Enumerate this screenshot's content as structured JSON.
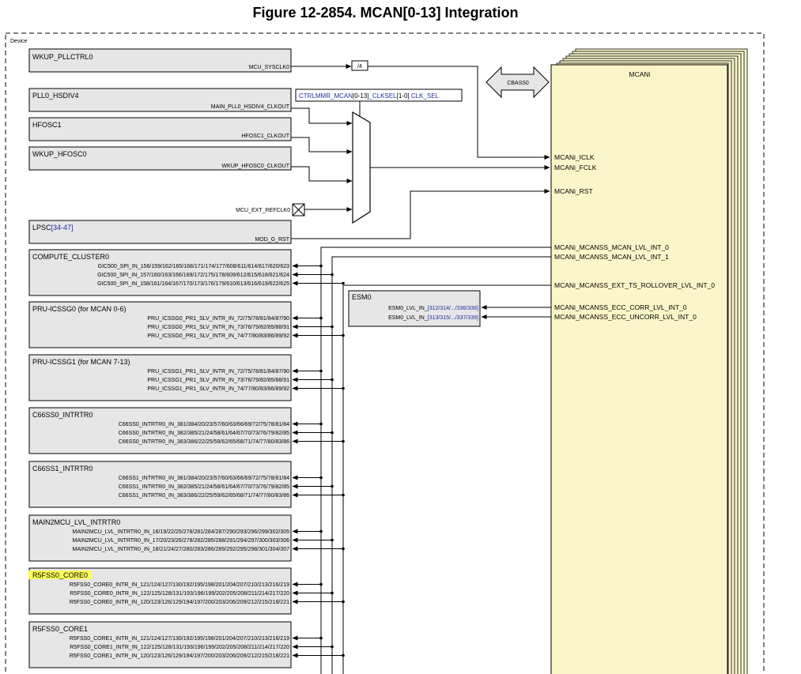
{
  "title": "Figure 12-2854. MCAN[0-13] Integration",
  "device_label": "Device",
  "mcan_label": "MCANi",
  "cbass_label": "CBASS0",
  "divider_label": "/4",
  "mux_ctrl": {
    "pre": "CTRLMMR_MCAN",
    "range": "[0-13]",
    "post": "_CLKSEL",
    "bits": "[1-0]",
    "field": " CLK_SEL"
  },
  "ext_refclk_label": "MCU_EXT_REFCLK0",
  "clock_blocks": [
    {
      "name": "WKUP_PLLCTRL0",
      "signal": "MCU_SYSCLK0"
    },
    {
      "name": "PLL0_HSDIV4",
      "signal": "MAIN_PLL0_HSDIV4_CLKOUT"
    },
    {
      "name": "HFOSC1",
      "signal": "HFOSC1_CLKOUT"
    },
    {
      "name": "WKUP_HFOSC0",
      "signal": "WKUP_HFOSC0_CLKOUT"
    }
  ],
  "lpsc": {
    "name": "LPSC",
    "range": "[34-47]",
    "signal": "MOD_G_RST"
  },
  "mcan_ports": {
    "iclk": "MCANi_ICLK",
    "fclk": "MCANi_FCLK",
    "rst": "MCANi_RST",
    "int0": "MCANi_MCANSS_MCAN_LVL_INT_0",
    "int1": "MCANi_MCANSS_MCAN_LVL_INT_1",
    "ts": "MCANi_MCANSS_EXT_TS_ROLLOVER_LVL_INT_0",
    "ecc_corr": "MCANi_MCANSS_ECC_CORR_LVL_INT_0",
    "ecc_uncorr": "MCANi_MCANSS_ECC_UNCORR_LVL_INT_0"
  },
  "esm": {
    "name": "ESM0",
    "lines": [
      {
        "pre": "ESM0_LVL_IN_",
        "nums": "[312/314/.../336/338]"
      },
      {
        "pre": "ESM0_LVL_IN_",
        "nums": "[313/315/.../337/339]"
      }
    ]
  },
  "int_blocks": [
    {
      "name": "COMPUTE_CLUSTER0",
      "highlight": false,
      "signals": [
        "GIC500_SPI_IN_156/159/162/165/168/171/174/177/608/611/614/617/620/623",
        "GIC500_SPI_IN_157/160/163/166/169/172/175/178/609/612/615/618/621/624",
        "GIC500_SPI_IN_158/161/164/167/170/173/176/179/610/613/616/619/622/625"
      ]
    },
    {
      "name": "PRU-ICSSG0 (for MCAN 0-6)",
      "highlight": false,
      "signals": [
        "PRU_ICSSG0_PR1_SLV_INTR_IN_72/75/78/81/84/87/90",
        "PRU_ICSSG0_PR1_SLV_INTR_IN_73/76/79/82/85/88/91",
        "PRU_ICSSG0_PR1_SLV_INTR_IN_74/77/80/83/86/89/92"
      ]
    },
    {
      "name": "PRU-ICSSG1 (for MCAN 7-13)",
      "highlight": false,
      "signals": [
        "PRU_ICSSG1_PR1_SLV_INTR_IN_72/75/78/81/84/87/90",
        "PRU_ICSSG1_PR1_SLV_INTR_IN_73/76/79/82/85/88/91",
        "PRU_ICSSG1_PR1_SLV_INTR_IN_74/77/80/83/86/89/92"
      ]
    },
    {
      "name": "C66SS0_INTRTR0",
      "highlight": false,
      "signals": [
        "C66SS0_INTRTR0_IN_381/384/20/23/57/60/63/66/69/72/75/78/81/84",
        "C66SS0_INTRTR0_IN_382/385/21/24/58/61/64/67/70/73/76/79/82/85",
        "C66SS0_INTRTR0_IN_383/386/22/25/59/62/65/68/71/74/77/80/83/86"
      ]
    },
    {
      "name": "C66SS1_INTRTR0",
      "highlight": false,
      "signals": [
        "C66SS1_INTRTR0_IN_381/384/20/23/57/60/63/66/69/72/75/78/81/84",
        "C66SS1_INTRTR0_IN_382/385/21/24/58/61/64/67/70/73/76/79/82/85",
        "C66SS1_INTRTR0_IN_383/386/22/25/59/62/65/68/71/74/77/80/83/86"
      ]
    },
    {
      "name": "MAIN2MCU_LVL_INTRTR0",
      "highlight": false,
      "signals": [
        "MAIN2MCU_LVL_INTRTR0_IN_16/19/22/25/278/281/284/287/290/293/296/299/302/305",
        "MAIN2MCU_LVL_INTRTR0_IN_17/20/23/26/279/282/285/288/291/294/297/300/303/306",
        "MAIN2MCU_LVL_INTRTR0_IN_18/21/24/27/280/283/286/289/292/295/298/301/304/307"
      ]
    },
    {
      "name": "R5FSS0_CORE0",
      "highlight": true,
      "signals": [
        "R5FSS0_CORE0_INTR_IN_121/124/127/130/192/195/198/201/204/207/210/213/216/219",
        "R5FSS0_CORE0_INTR_IN_122/125/128/131/193/196/199/202/205/208/211/214/217/220",
        "R5FSS0_CORE0_INTR_IN_120/123/126/129/194/197/200/203/206/209/212/215/218/221"
      ]
    },
    {
      "name": "R5FSS0_CORE1",
      "highlight": false,
      "signals": [
        "R5FSS0_CORE1_INTR_IN_121/124/127/130/192/195/198/201/204/207/210/213/216/219",
        "R5FSS0_CORE1_INTR_IN_122/125/128/131/193/196/199/202/205/208/211/214/217/220",
        "R5FSS0_CORE1_INTR_IN_120/123/126/129/194/197/200/203/206/209/212/215/218/221"
      ]
    }
  ],
  "colors": {
    "mcan_fill": "#fbf6c9",
    "block_fill": "#e6e6e6",
    "highlight": "#ffff59",
    "link_text": "#1f2f9a"
  }
}
